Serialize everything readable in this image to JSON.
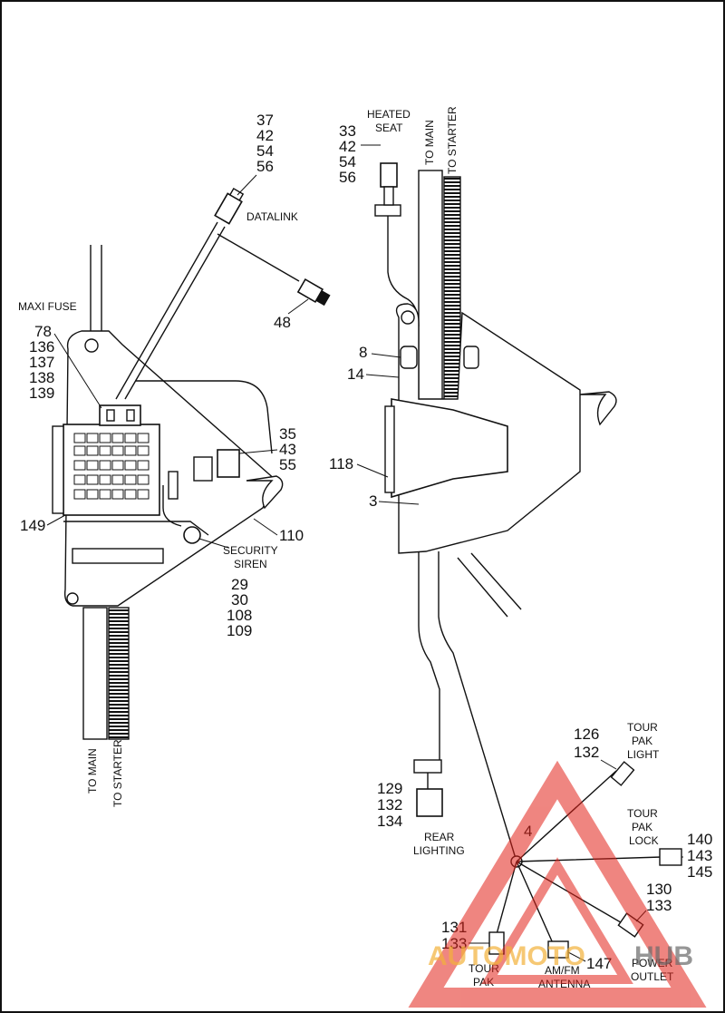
{
  "diagram": {
    "left_assembly": {
      "refs_datalink_connector": [
        "37",
        "42",
        "54",
        "56"
      ],
      "label_datalink": "DATALINK",
      "ref_datalink_plug": "48",
      "label_maxi_fuse": "MAXI FUSE",
      "refs_fuse_block": [
        "78",
        "136",
        "137",
        "138",
        "139"
      ],
      "refs_relay": [
        "35",
        "43",
        "55"
      ],
      "ref_bracket": "110",
      "ref_fuse_box": "149",
      "label_security_siren": [
        "SECURITY",
        "SIREN"
      ],
      "refs_siren": [
        "29",
        "30",
        "108",
        "109"
      ],
      "label_to_main": "TO MAIN",
      "label_to_starter": "TO STARTER"
    },
    "right_assembly": {
      "label_heated_seat": [
        "HEATED",
        "SEAT"
      ],
      "refs_heated_seat": [
        "33",
        "42",
        "54",
        "56"
      ],
      "label_to_main": "TO MAIN",
      "label_to_starter": "TO STARTER",
      "ref_clip": "8",
      "ref_bracket": "14",
      "ref_cover": "118",
      "ref_harness": "3",
      "refs_rear_lighting": [
        "129",
        "132",
        "134"
      ],
      "label_rear_lighting": [
        "REAR",
        "LIGHTING"
      ],
      "refs_tour_pak_light": [
        "126",
        "132"
      ],
      "label_tour_pak_light": [
        "TOUR",
        "PAK",
        "LIGHT"
      ],
      "ref_junction": "4",
      "label_tour_pak_lock": [
        "TOUR",
        "PAK",
        "LOCK"
      ],
      "refs_tour_pak_lock": [
        "140",
        "143",
        "145"
      ],
      "refs_power_outlet": [
        "130",
        "133"
      ],
      "label_power_outlet": [
        "POWER",
        "OUTLET"
      ],
      "refs_tour_pak": [
        "131",
        "133"
      ],
      "label_tour_pak": [
        "TOUR",
        "PAK"
      ],
      "ref_antenna": "147",
      "label_antenna": [
        "AM/FM",
        "ANTENNA"
      ]
    },
    "watermark": {
      "text_a": "AUTOMOTO",
      "text_b": "HUB",
      "color_a": "#f3b23a",
      "color_b": "#6b6b6b",
      "triangle_color": "#e2231a"
    },
    "line_color": "#111111",
    "background": "#ffffff"
  }
}
